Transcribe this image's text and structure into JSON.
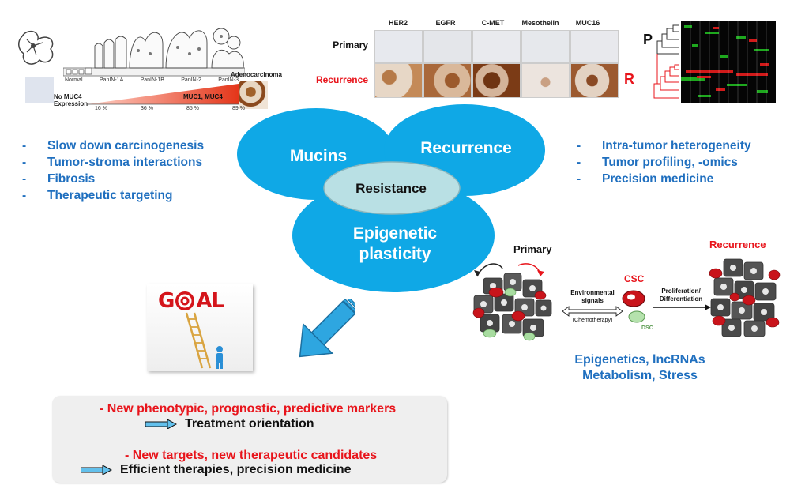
{
  "left_bullets": [
    "Slow down carcinogenesis",
    "Tumor-stroma interactions",
    "Fibrosis",
    "Therapeutic targeting"
  ],
  "right_bullets": [
    "Intra-tumor heterogeneity",
    "Tumor profiling, -omics",
    "Precision medicine"
  ],
  "bullet_marker": "-",
  "venn": {
    "left": "Mucins",
    "right": "Recurrence",
    "bottom_line1": "Epigenetic",
    "bottom_line2": "plasticity",
    "center": "Resistance"
  },
  "histology": {
    "stages": [
      "Normal",
      "PanIN-1A",
      "PanIN-1B",
      "PanIN-2",
      "PanIN-3"
    ],
    "adenocarcinoma": "Adenocarcinoma",
    "no_muc4": "No MUC4",
    "expression": "Expression",
    "percents": [
      "16 %",
      "36 %",
      "85 %",
      "89 %"
    ],
    "muc_label": "MUC1, MUC4"
  },
  "ihc": {
    "columns": [
      "HER2",
      "EGFR",
      "C-MET",
      "Mesothelin",
      "MUC16"
    ],
    "row_primary": "Primary",
    "row_recurrence": "Recurrence"
  },
  "heatmap": {
    "p_label": "P",
    "r_label": "R"
  },
  "goal": {
    "g": "G",
    "o": "O",
    "al": "AL"
  },
  "csc_panel": {
    "primary": "Primary",
    "recurrence": "Recurrence",
    "csc": "CSC",
    "dsc": "DSC",
    "env_signals_1": "Environmental",
    "env_signals_2": "signals",
    "chemo": "(Chemotherapy)",
    "prolif_1": "Proliferation/",
    "prolif_2": "Differentiation",
    "caption_1": "Epigenetics, lncRNAs",
    "caption_2": "Metabolism, Stress"
  },
  "box": {
    "line1": "-  New phenotypic, prognostic, predictive markers",
    "line2": "Treatment orientation",
    "line3": "- New targets, new therapeutic candidates",
    "line4": "Efficient therapies, precision medicine"
  },
  "colors": {
    "blob": "#0fa8e6",
    "center": "#b9e0e4",
    "red": "#e8141b",
    "blue_text": "#1f6fbf",
    "arrow": "#2ea6e0"
  }
}
